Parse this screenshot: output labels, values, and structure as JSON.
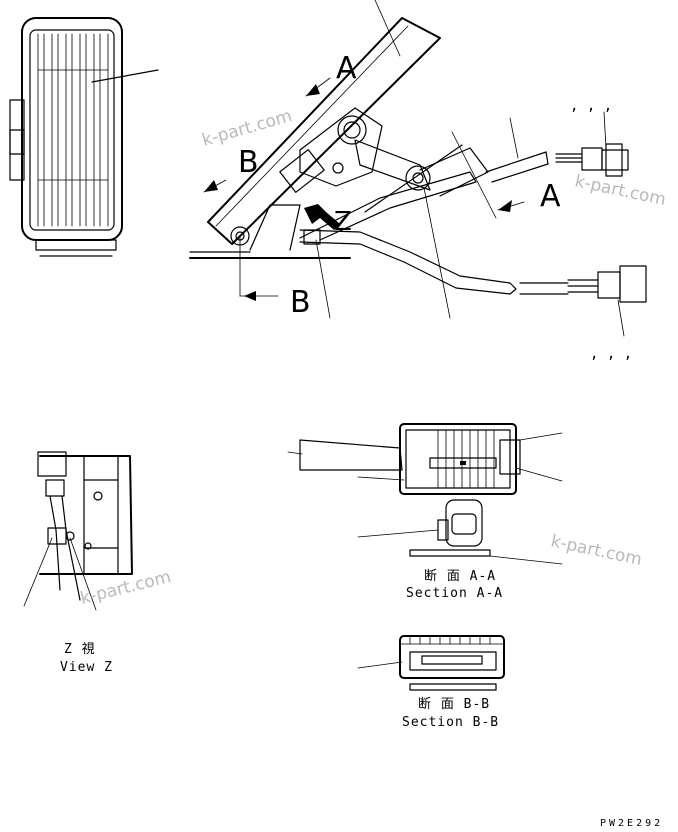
{
  "section_labels": {
    "upper_A": "A",
    "upper_B": "B",
    "right_A": "A",
    "lower_B": "B",
    "view_arrow": "Z"
  },
  "section_aa": {
    "jp": "断 面  A-A",
    "en": "Section A-A"
  },
  "section_bb": {
    "jp": "断 面  B-B",
    "en": "Section B-B"
  },
  "view_z": {
    "jp": "Z  視",
    "en": "View Z"
  },
  "connector_notes": {
    "top": ",   ,   ,",
    "bottom": ",   ,   ,"
  },
  "watermarks": [
    "k-part.com",
    "k-part.com",
    "k-part.com",
    "k-part.com"
  ],
  "drawing_code": "PW2E292",
  "colors": {
    "ink": "#000000",
    "watermark": "#b9b9b9",
    "background": "#ffffff"
  }
}
